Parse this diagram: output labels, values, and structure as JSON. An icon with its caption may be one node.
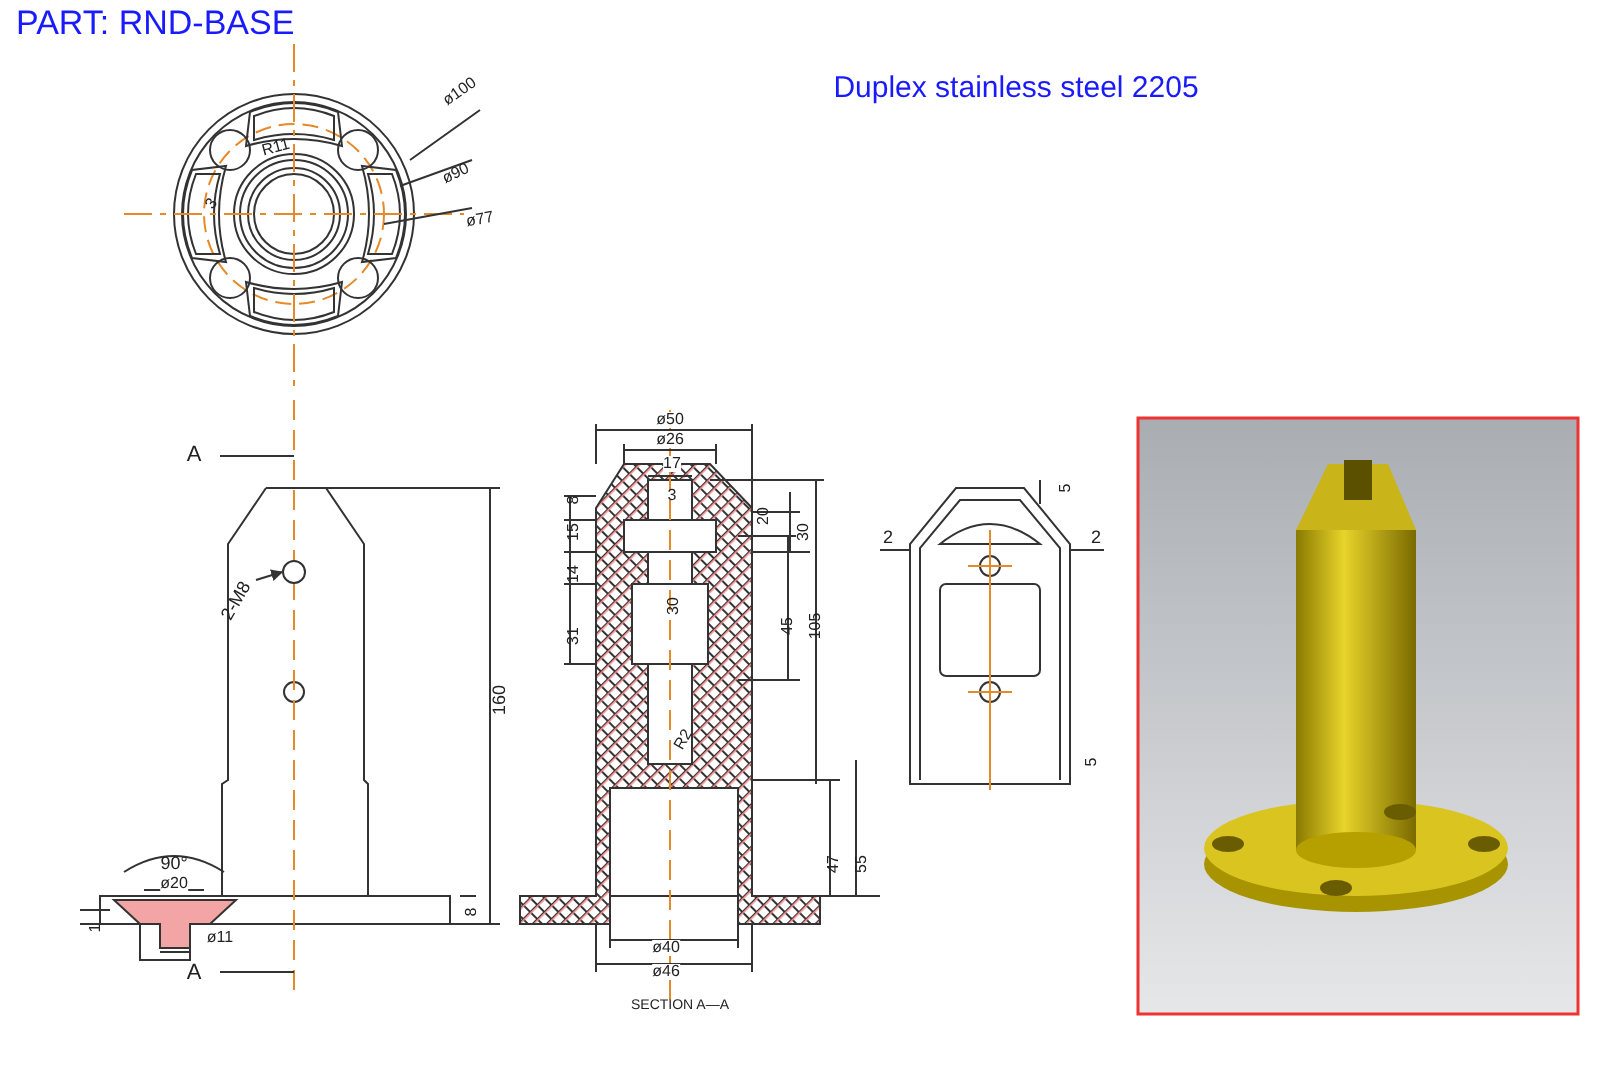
{
  "diagram": {
    "title": "PART: RND-BASE",
    "nodes": [
      {
        "text": [
          "2-M8"
        ]
      },
      {
        "text": [],
        "shape": "circle"
      }
    ],
    "edges": [
      {
        "from": 0,
        "to": 1,
        "arrow": "to"
      }
    ],
    "labels": [
      "Duplex stainless steel 2205",
      "R11",
      "3",
      "ø100",
      "ø90",
      "ø77",
      "A",
      "A",
      "160",
      "90°",
      "ø20",
      "1",
      "ø11",
      "8",
      "ø50",
      "ø26",
      "17",
      "3",
      "8",
      "15",
      "14",
      "31",
      "30",
      "20",
      "30",
      "45",
      "105",
      "R2",
      "47",
      "55",
      "ø40",
      "ø46",
      "SECTION A—A",
      "2",
      "2",
      "5",
      "5"
    ]
  }
}
